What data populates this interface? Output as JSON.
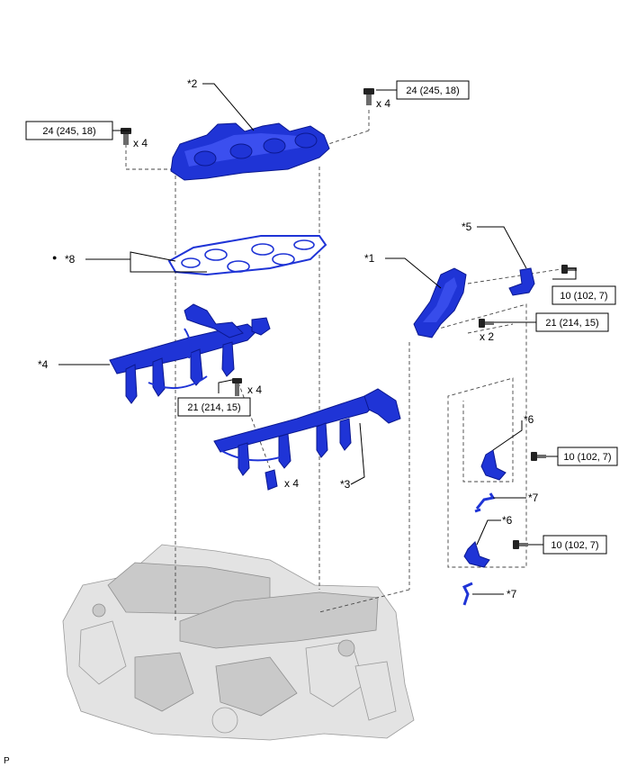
{
  "callouts": {
    "c1": "*1",
    "c2": "*2",
    "c3": "*3",
    "c4": "*4",
    "c5": "*5",
    "c6a": "*6",
    "c6b": "*6",
    "c7a": "*7",
    "c7b": "*7",
    "c8": "*8",
    "bullet": "●"
  },
  "torque": {
    "t_top_right": "24 (245, 18)",
    "t_top_left": "24 (245, 18)",
    "t_bracket": "10 (102, 7)",
    "t_mount": "21 (214, 15)",
    "t_injector": "21 (214, 15)",
    "t_sensor_a": "10 (102, 7)",
    "t_sensor_b": "10 (102, 7)"
  },
  "qty": {
    "q_top_right": "x 4",
    "q_top_left": "x 4",
    "q_mount": "x 2",
    "q_injector_bolt": "x 4",
    "q_injector_cap": "x 4"
  },
  "corner_mark": "P",
  "colors": {
    "part_blue": "#1f34d6",
    "engine_gray": "#e3e3e3"
  }
}
